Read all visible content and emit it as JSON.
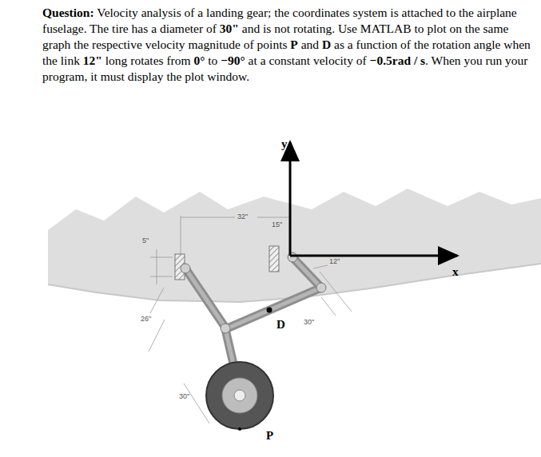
{
  "diagram": {
    "labels": [
      "Question:",
      "Velocity analysis of a landing gear; the coordinates system is attached to the airplane fuselage. The tire has a diameter of",
      "30\"",
      "and is not rotating. Use MATLAB to plot on the same graph the respective velocity magnitude of points",
      "P",
      "and",
      "D",
      "as a function of the rotation angle when the link",
      "12\"",
      "long rotates from",
      "0°",
      "to",
      "−90°",
      "at a constant velocity of",
      "−0.5rad / s",
      ". When you run your program, it must display the plot window.",
      "y",
      "x",
      "32\"",
      "15\"",
      "12\"",
      "5\"",
      "26\"",
      "30\"",
      "D",
      "30\"",
      "P"
    ]
  }
}
